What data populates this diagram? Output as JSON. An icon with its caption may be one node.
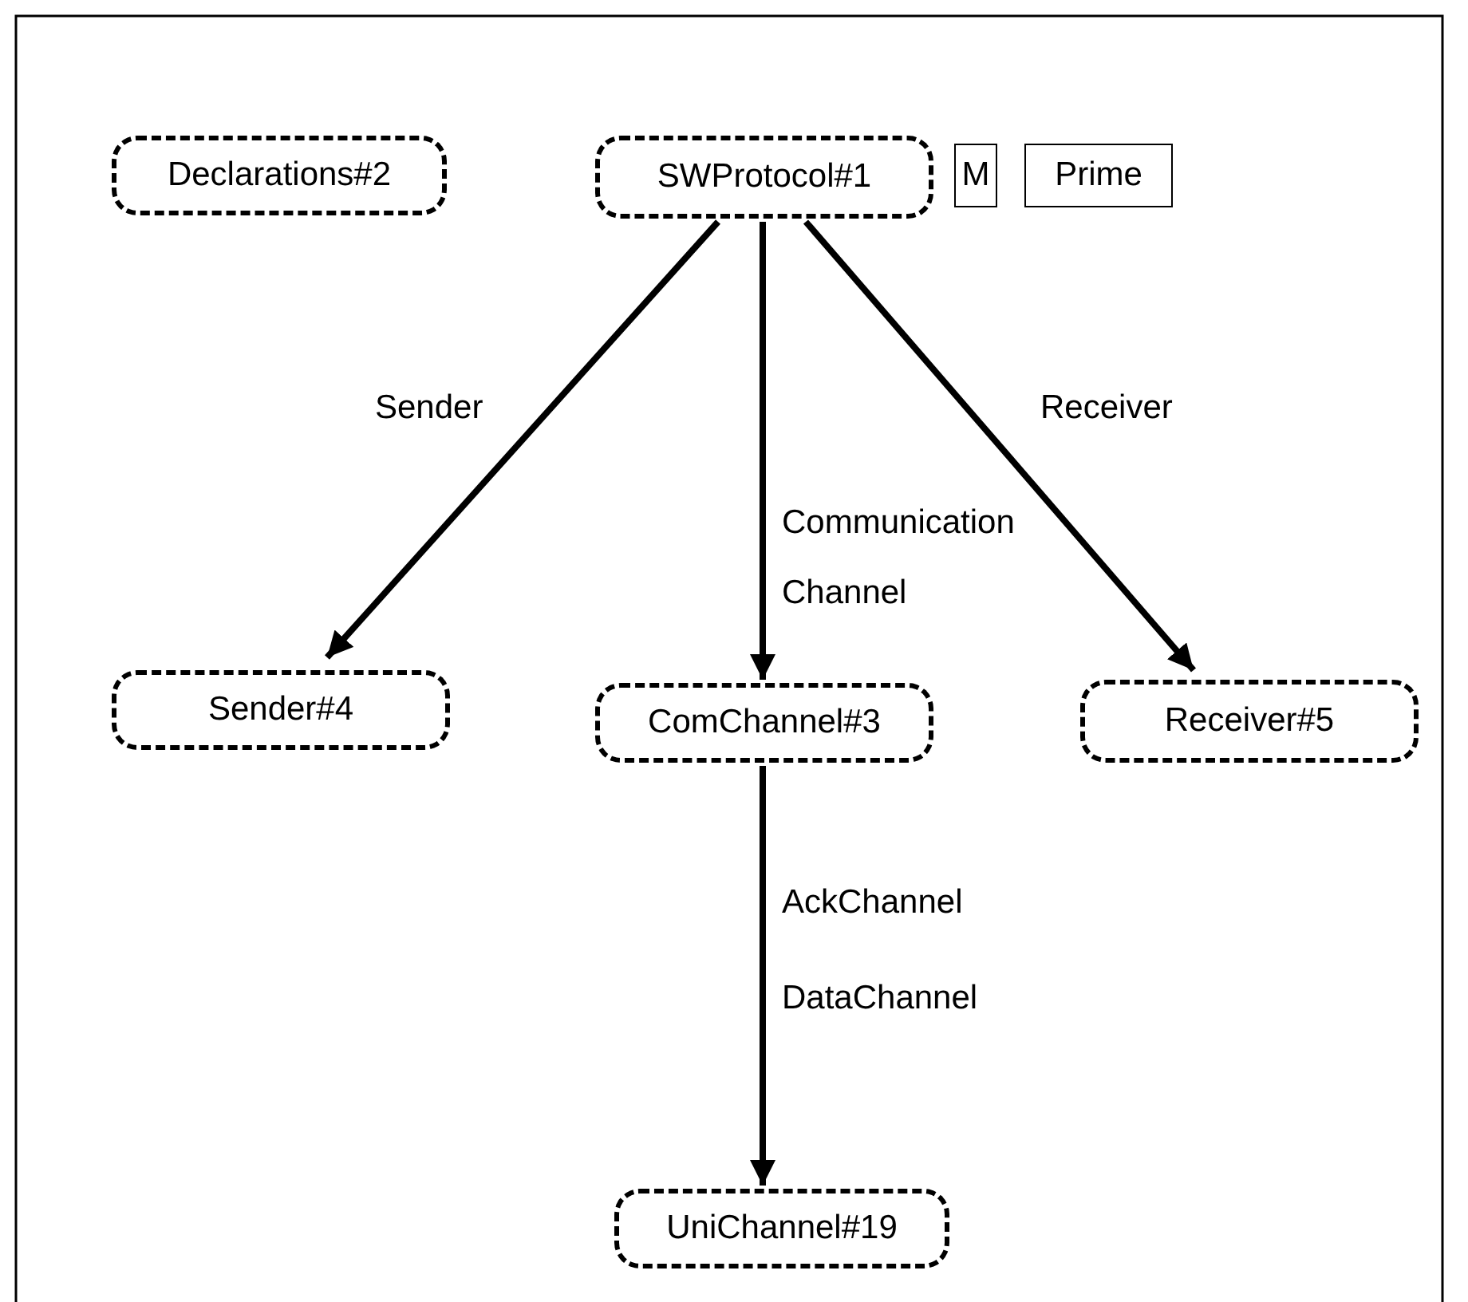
{
  "diagram": {
    "nodes": [
      {
        "text": [
          "Declarations#2"
        ]
      },
      {
        "text": [
          "SWProtocol#1"
        ]
      },
      {
        "text": [
          "M"
        ]
      },
      {
        "text": [
          "Prime"
        ]
      },
      {
        "text": [
          "Sender#4"
        ]
      },
      {
        "text": [
          "ComChannel#3"
        ]
      },
      {
        "text": [
          "Receiver#5"
        ]
      },
      {
        "text": [
          "UniChannel#19"
        ]
      }
    ],
    "edges": [
      {
        "from": 1,
        "to": 4,
        "arrow": "to",
        "label": "Sender"
      },
      {
        "from": 1,
        "to": 5,
        "arrow": "to",
        "label": "Communication Channel"
      },
      {
        "from": 1,
        "to": 6,
        "arrow": "to",
        "label": "Receiver"
      },
      {
        "from": 5,
        "to": 7,
        "arrow": "to",
        "label": "AckChannel DataChannel"
      }
    ]
  }
}
